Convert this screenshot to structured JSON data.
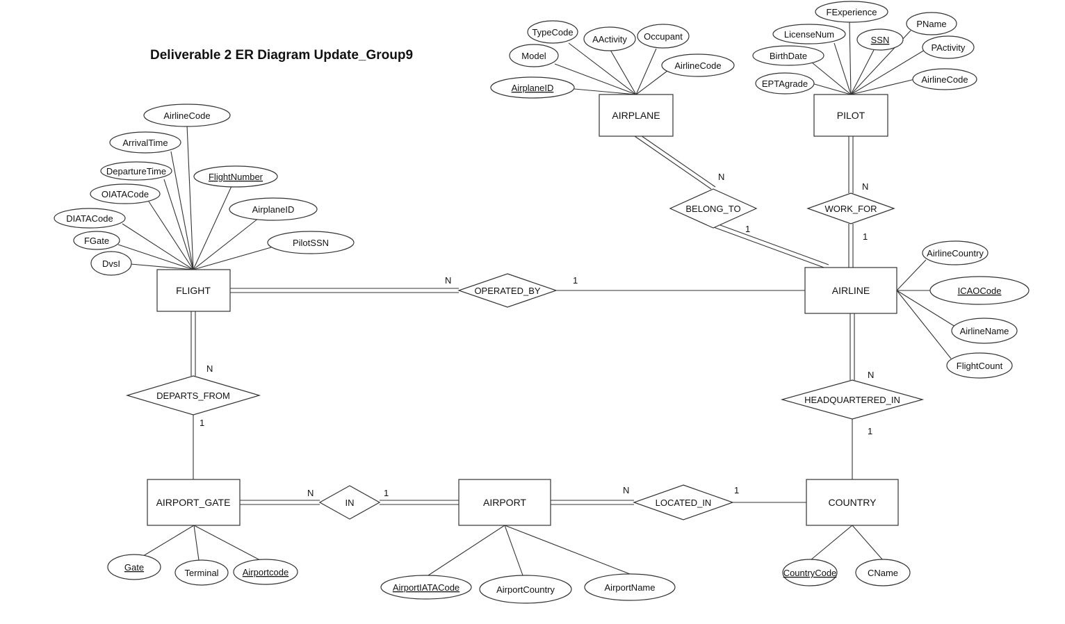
{
  "title": "Deliverable 2 ER Diagram Update_Group9",
  "entities": {
    "flight": "FLIGHT",
    "airplane": "AIRPLANE",
    "pilot": "PILOT",
    "airline": "AIRLINE",
    "airport_gate": "AIRPORT_GATE",
    "airport": "AIRPORT",
    "country": "COUNTRY"
  },
  "relationships": {
    "operated_by": "OPERATED_BY",
    "belong_to": "BELONG_TO",
    "work_for": "WORK_FOR",
    "departs_from": "DEPARTS_FROM",
    "headquartered_in": "HEADQUARTERED_IN",
    "in": "IN",
    "located_in": "LOCATED_IN"
  },
  "attributes": {
    "flight": [
      "AirlineCode",
      "ArrivalTime",
      "DepartureTime",
      "FlightNumber",
      "OIATACode",
      "AirplaneID",
      "DIATACode",
      "FGate",
      "PilotSSN",
      "DvsI"
    ],
    "airplane": [
      "TypeCode",
      "AActivity",
      "Occupant",
      "Model",
      "AirlineCode",
      "AirplaneID"
    ],
    "pilot": [
      "FExperience",
      "LicenseNum",
      "PName",
      "SSN",
      "BirthDate",
      "PActivity",
      "EPTAgrade",
      "AirlineCode"
    ],
    "airline": [
      "AirlineCountry",
      "ICAOCode",
      "AirlineName",
      "FlightCount"
    ],
    "airport_gate": [
      "Gate",
      "Terminal",
      "Airportcode"
    ],
    "airport": [
      "AirportIATACode",
      "AirportCountry",
      "AirportName"
    ],
    "country": [
      "CountryCode",
      "CName"
    ]
  },
  "cardinalities": {
    "operated_by_flight": "N",
    "operated_by_airline": "1",
    "belong_to_airplane": "N",
    "belong_to_airline": "1",
    "work_for_pilot": "N",
    "work_for_airline": "1",
    "departs_from_flight": "N",
    "departs_from_gate": "1",
    "headquartered_in_airline": "N",
    "headquartered_in_country": "1",
    "in_gate": "N",
    "in_airport": "1",
    "located_in_airport": "N",
    "located_in_country": "1"
  }
}
